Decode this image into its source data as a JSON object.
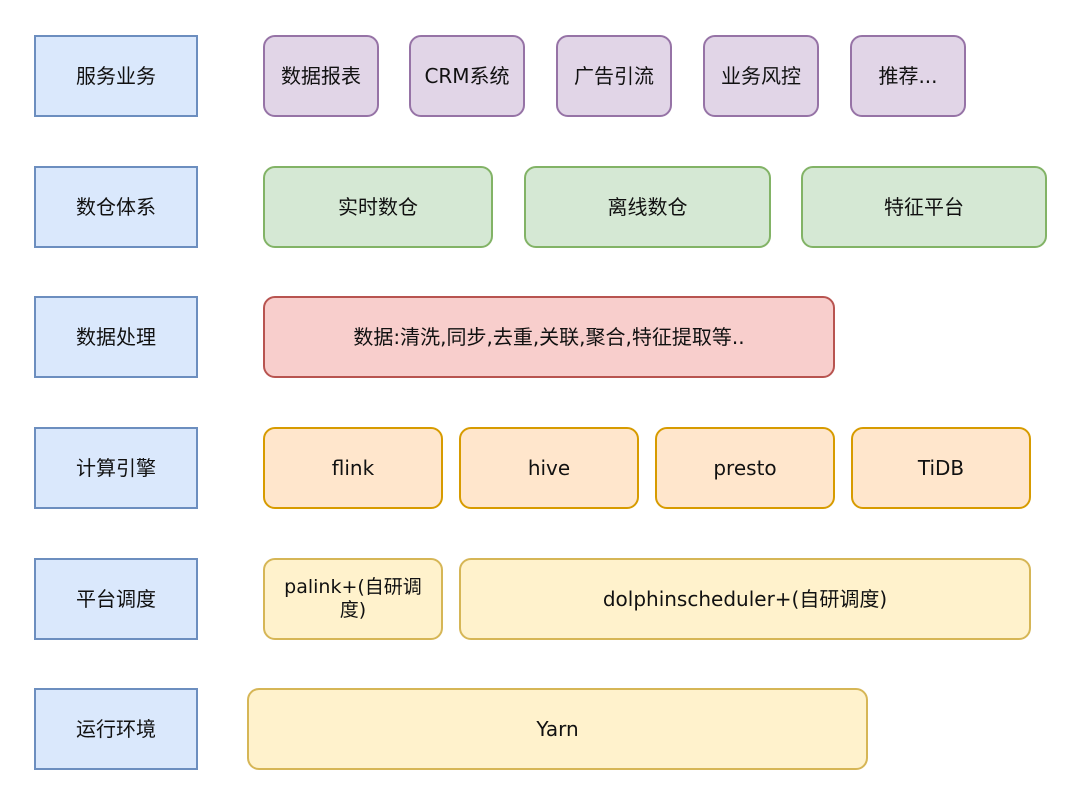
{
  "layers": [
    {
      "label": "服务业务",
      "items": [
        "数据报表",
        "CRM系统",
        "广告引流",
        "业务风控",
        "推荐..."
      ]
    },
    {
      "label": "数仓体系",
      "items": [
        "实时数仓",
        "离线数仓",
        "特征平台"
      ]
    },
    {
      "label": "数据处理",
      "items": [
        "数据:清洗,同步,去重,关联,聚合,特征提取等.."
      ]
    },
    {
      "label": "计算引擎",
      "items": [
        "flink",
        "hive",
        "presto",
        "TiDB"
      ]
    },
    {
      "label": "平台调度",
      "items": [
        "palink+(自研调度)",
        "dolphinscheduler+(自研调度)"
      ]
    },
    {
      "label": "运行环境",
      "items": [
        "Yarn"
      ]
    }
  ],
  "colors": {
    "label_fill": "#dae8fc",
    "label_stroke": "#6c8ebf",
    "service_fill": "#e1d5e7",
    "service_stroke": "#9673a6",
    "warehouse_fill": "#d5e8d4",
    "warehouse_stroke": "#82b366",
    "processing_fill": "#f8cecc",
    "processing_stroke": "#b85450",
    "engine_fill": "#ffe6cc",
    "engine_stroke": "#d79b00",
    "platform_fill": "#fff2cc",
    "platform_stroke": "#d6b656"
  }
}
